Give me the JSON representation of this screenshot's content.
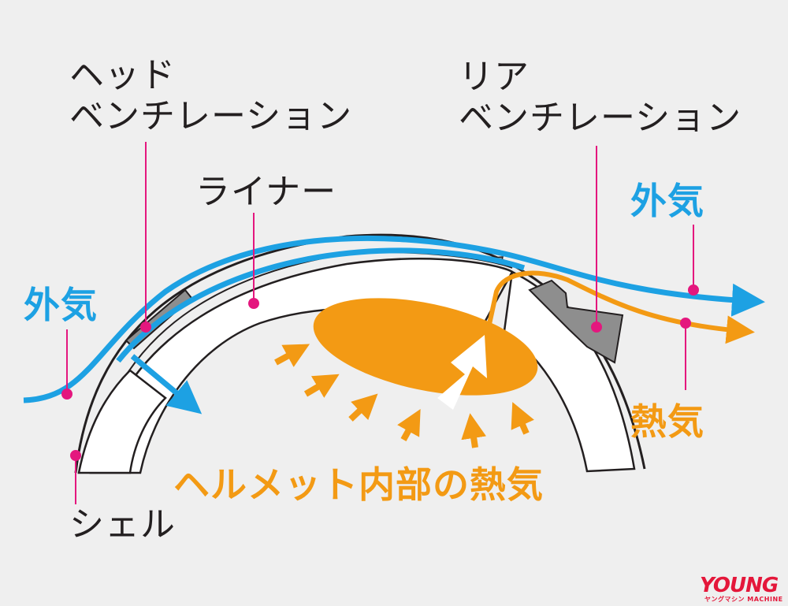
{
  "labels": {
    "head_vent": "ヘッド\nベンチレーション",
    "rear_vent": "リア\nベンチレーション",
    "liner": "ライナー",
    "outside_air_left": "外気",
    "outside_air_right": "外気",
    "heat": "熱気",
    "helmet_inner_heat": "ヘルメット内部の熱気",
    "shell": "シェル"
  },
  "logo": {
    "text": "YOUNG",
    "subtext": "ヤングマシン MACHINE"
  },
  "colors": {
    "background": "#efefef",
    "airflow_blue": "#1da1e3",
    "heat_orange": "#f39a14",
    "leader_pink": "#e4177e",
    "outline": "#231f20",
    "vent_gray": "#8e8e8e",
    "logo_red": "#e4173a"
  }
}
